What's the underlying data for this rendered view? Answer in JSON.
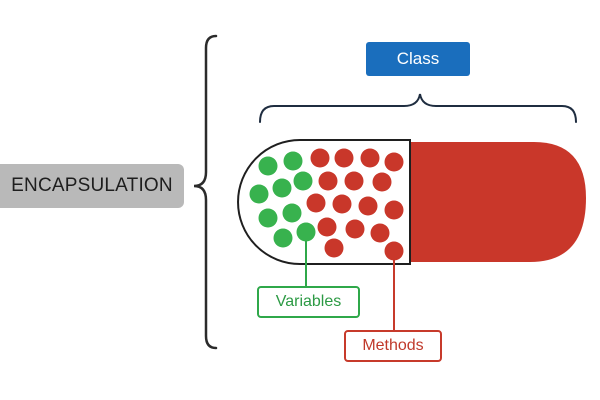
{
  "concept": {
    "label": "ENCAPSULATION"
  },
  "class_box": {
    "label": "Class"
  },
  "variables_tag": {
    "label": "Variables"
  },
  "methods_tag": {
    "label": "Methods"
  },
  "colors": {
    "class_blue": "#1a6ebd",
    "variable_green": "#38b24e",
    "method_red": "#c9372a",
    "outline": "#1f1f1f",
    "label_gray": "#b9b9b9"
  }
}
